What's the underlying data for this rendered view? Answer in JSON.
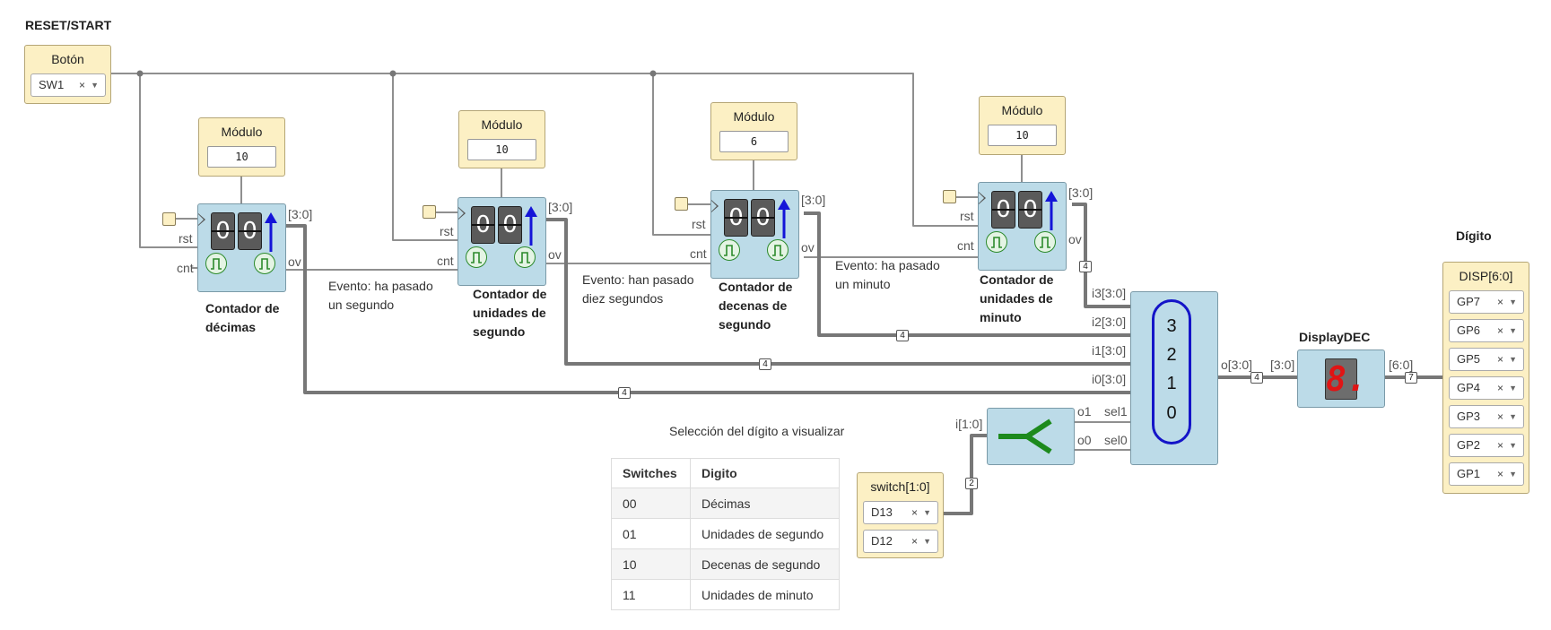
{
  "reset_title": "RESET/START",
  "button_block": {
    "title": "Botón",
    "value": "SW1"
  },
  "counters": [
    {
      "module_title": "Módulo",
      "module_value": "10",
      "display": [
        "0",
        "0"
      ],
      "name_lines": [
        "Contador de",
        "décimas"
      ],
      "out_bits": "[3:0]"
    },
    {
      "module_title": "Módulo",
      "module_value": "10",
      "display": [
        "0",
        "0"
      ],
      "name_lines": [
        "Contador de",
        "unidades de",
        "segundo"
      ],
      "out_bits": "[3:0]"
    },
    {
      "module_title": "Módulo",
      "module_value": "6",
      "display": [
        "0",
        "0"
      ],
      "name_lines": [
        "Contador de",
        "decenas de",
        "segundo"
      ],
      "out_bits": "[3:0]"
    },
    {
      "module_title": "Módulo",
      "module_value": "10",
      "display": [
        "0",
        "0"
      ],
      "name_lines": [
        "Contador de",
        "unidades de",
        "minuto"
      ],
      "out_bits": "[3:0]"
    }
  ],
  "port_labels": {
    "rst": "rst",
    "cnt": "cnt",
    "ov": "ov"
  },
  "events": [
    [
      "Evento: ha pasado",
      "un segundo"
    ],
    [
      "Evento: han pasado",
      "diez segundos"
    ],
    [
      "Evento: ha pasado",
      "un minuto"
    ]
  ],
  "mux": {
    "inputs": [
      "i3[3:0]",
      "i2[3:0]",
      "i1[3:0]",
      "i0[3:0]"
    ],
    "numbers": [
      "3",
      "2",
      "1",
      "0"
    ],
    "output": "o[3:0]",
    "sel": [
      "sel1",
      "sel0"
    ]
  },
  "splitter": {
    "input": "i[1:0]",
    "outputs": [
      "o1",
      "o0"
    ]
  },
  "bus_widths": {
    "w4": "4",
    "w2": "2",
    "w7": "7"
  },
  "display_dec": {
    "title": "DisplayDEC",
    "in_bits": "[3:0]",
    "out_bits": "[6:0]",
    "digit": "8."
  },
  "digit_block": {
    "label": "Dígito",
    "title": "DISP[6:0]",
    "pins": [
      "GP7",
      "GP6",
      "GP5",
      "GP4",
      "GP3",
      "GP2",
      "GP1"
    ]
  },
  "switch_block": {
    "title": "switch[1:0]",
    "pins": [
      "D13",
      "D12"
    ]
  },
  "selection": {
    "title": "Selección del dígito a visualizar",
    "headers": [
      "Switches",
      "Digito"
    ],
    "rows": [
      [
        "00",
        "Décimas"
      ],
      [
        "01",
        "Unidades de segundo"
      ],
      [
        "10",
        "Decenas de segundo"
      ],
      [
        "11",
        "Unidades de minuto"
      ]
    ]
  },
  "icons": {
    "clear": "×",
    "caret": "▼"
  }
}
